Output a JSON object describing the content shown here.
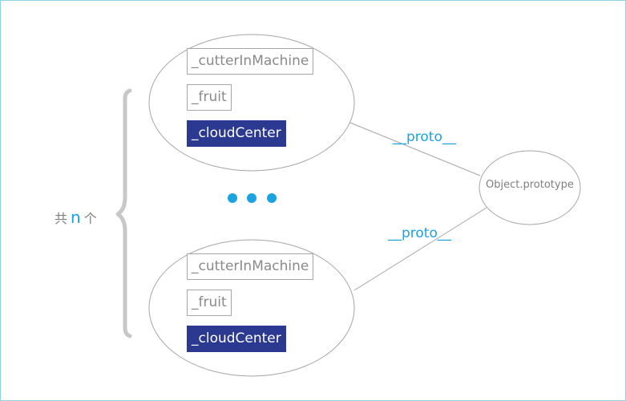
{
  "instances": [
    {
      "members": [
        {
          "label": "_cutterInMachine",
          "style": "outlined"
        },
        {
          "label": "_fruit",
          "style": "outlined"
        },
        {
          "label": "_cloudCenter",
          "style": "filled"
        }
      ]
    },
    {
      "members": [
        {
          "label": "_cutterInMachine",
          "style": "outlined"
        },
        {
          "label": "_fruit",
          "style": "outlined"
        },
        {
          "label": "_cloudCenter",
          "style": "filled"
        }
      ]
    }
  ],
  "links": [
    {
      "label": "__proto__"
    },
    {
      "label": "__proto__"
    }
  ],
  "target_node": {
    "label": "Object.prototype"
  },
  "count": {
    "prefix": "共",
    "variable": "n",
    "suffix": "个"
  },
  "colors": {
    "accent": "#1aa3e0",
    "filled_box": "#2b3990",
    "outline": "#a6a6a6",
    "text_gray": "#8a8a8a",
    "brace": "#c8c8c8",
    "frame": "#8fd3e8"
  }
}
